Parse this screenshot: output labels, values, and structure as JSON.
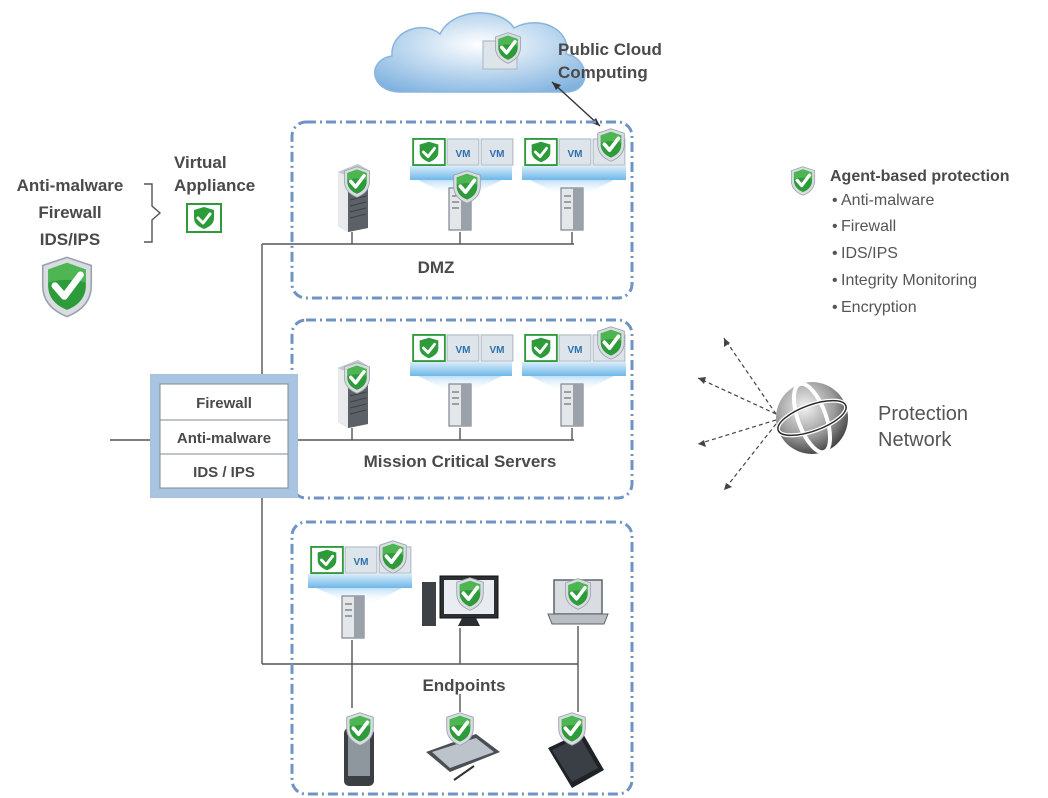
{
  "cloud": {
    "label_line1": "Public Cloud",
    "label_line2": "Computing"
  },
  "virtual_appliance": {
    "label_line1": "Virtual",
    "label_line2": "Appliance"
  },
  "left_features": [
    "Anti-malware",
    "Firewall",
    "IDS/IPS"
  ],
  "zones": {
    "dmz": "DMZ",
    "mission_critical": "Mission Critical Servers",
    "endpoints": "Endpoints"
  },
  "vm_label": "VM",
  "gateway_stack": [
    "Firewall",
    "Anti-malware",
    "IDS / IPS"
  ],
  "legend": {
    "title": "Agent-based protection",
    "items": [
      "Anti-malware",
      "Firewall",
      "IDS/IPS",
      "Integrity Monitoring",
      "Encryption"
    ]
  },
  "protection_network": {
    "line1": "Protection",
    "line2": "Network"
  },
  "colors": {
    "zone_border": "#6f94c4",
    "shield_green": "#2e9b3a",
    "vm_blue": "#2f6fb0",
    "gateway_frame": "#a9c4e0"
  }
}
